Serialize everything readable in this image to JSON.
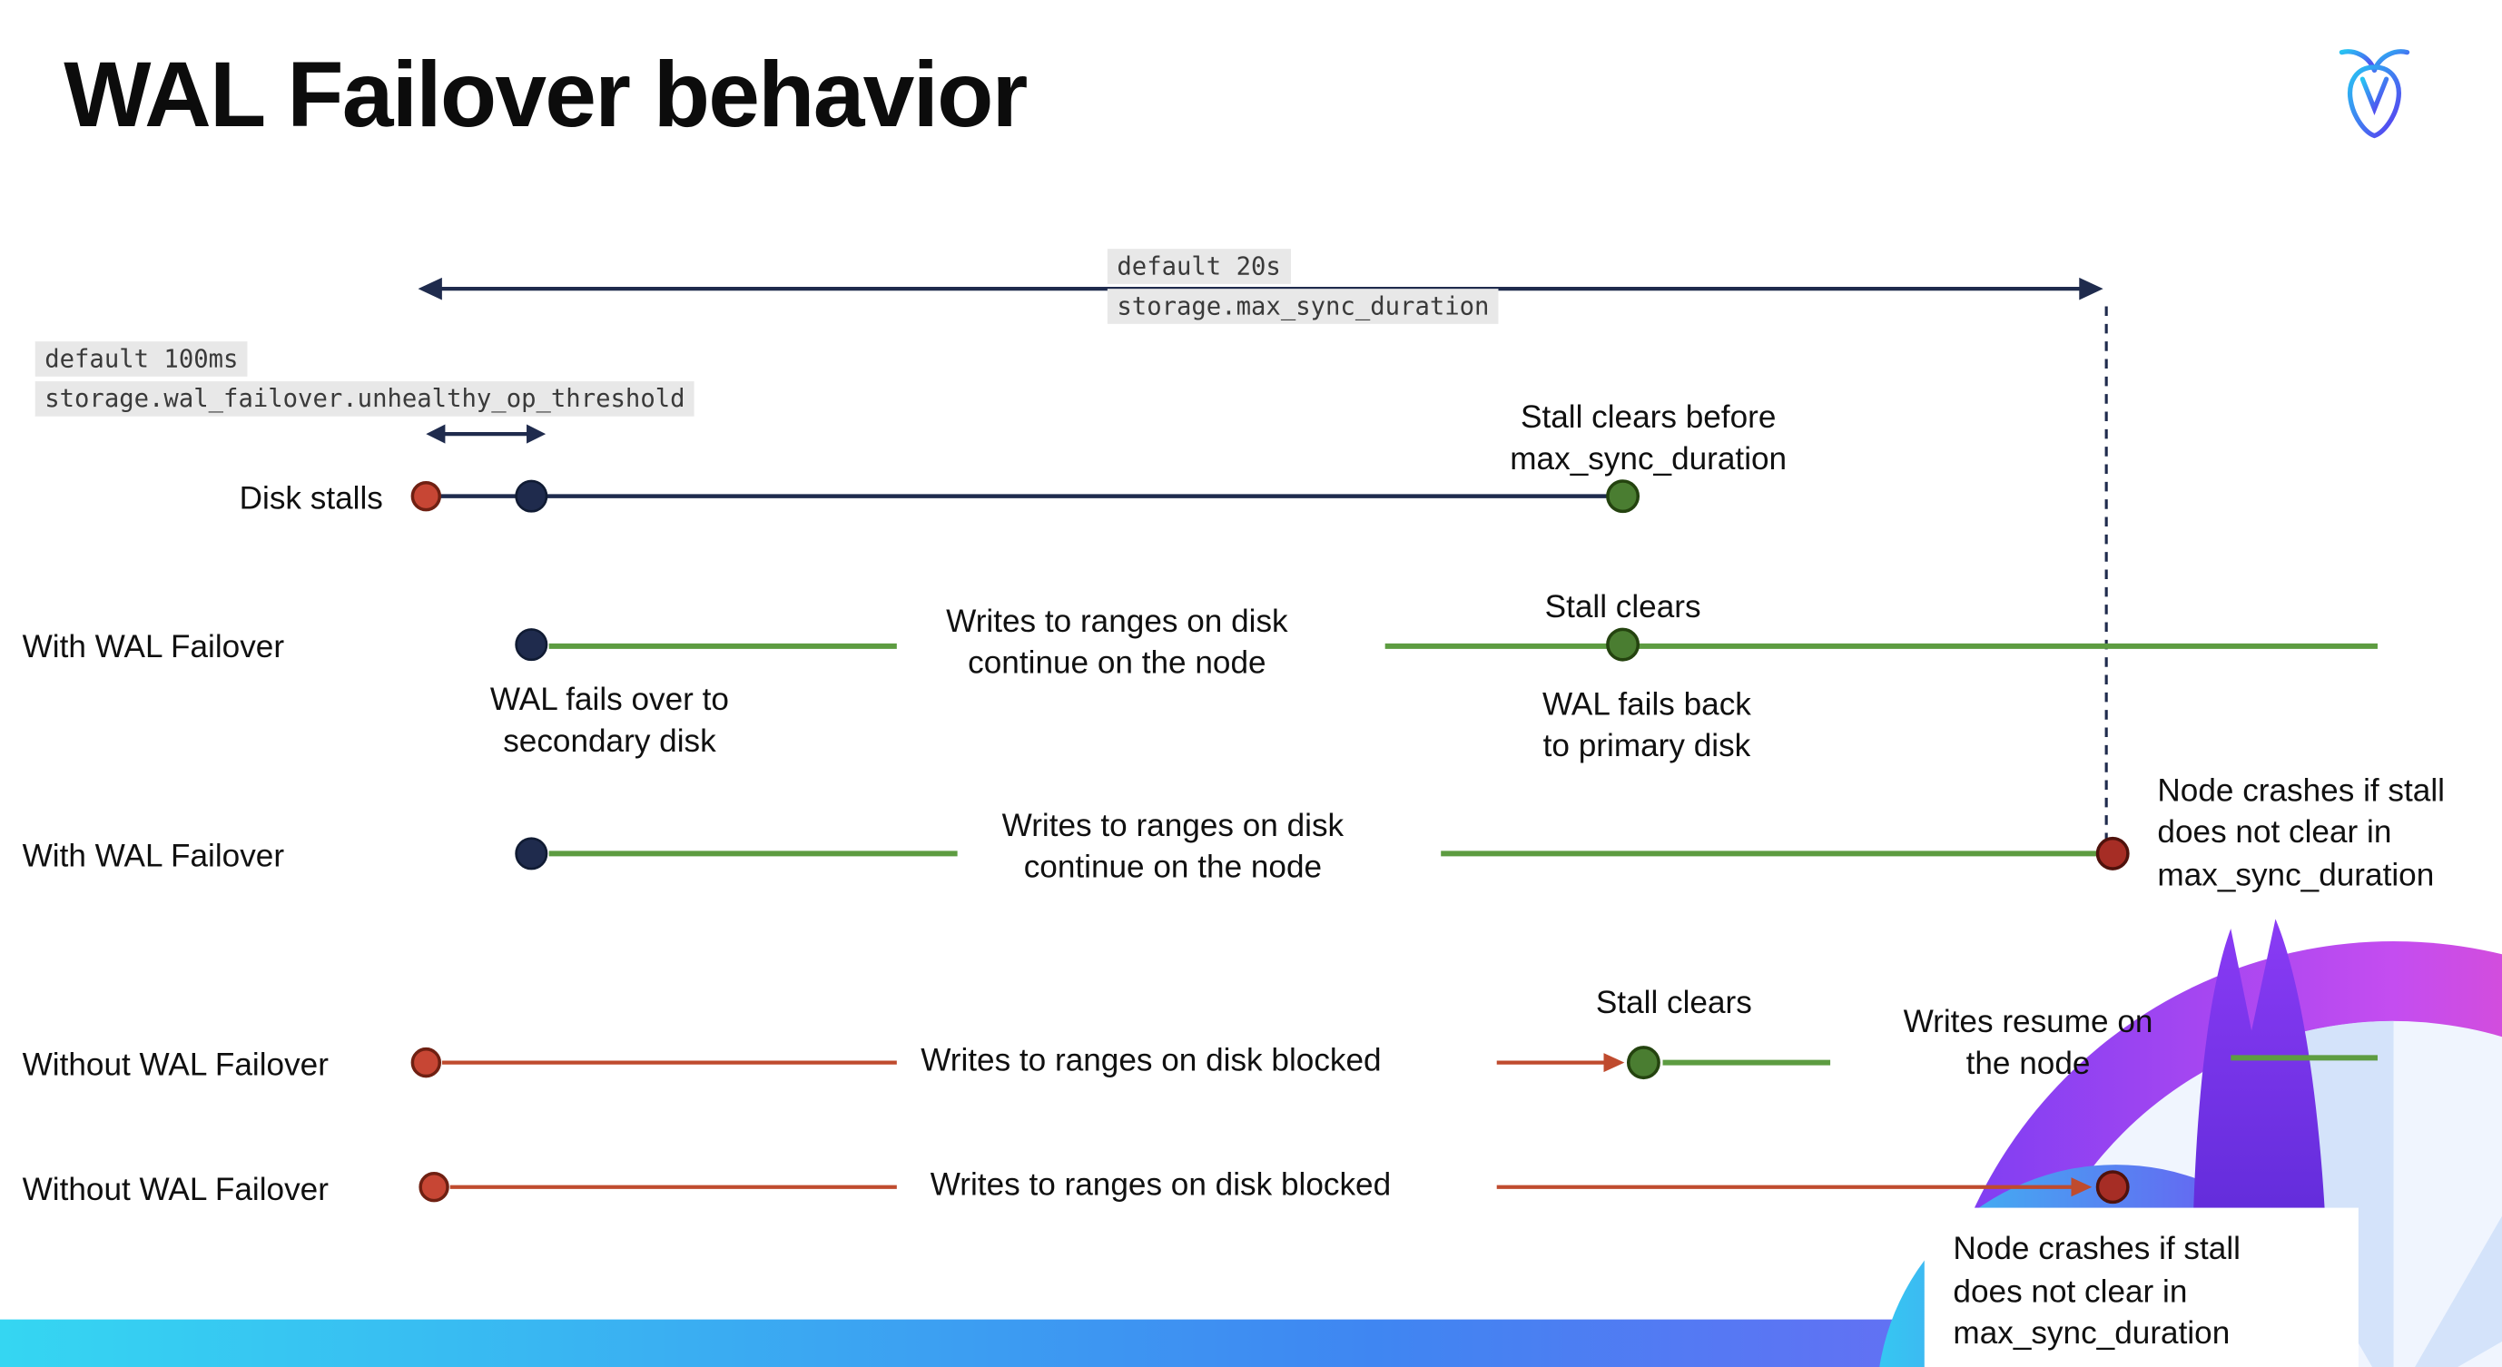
{
  "title": "WAL Failover behavior",
  "callouts": {
    "max_sync": {
      "default": "default 20s",
      "setting": "storage.max_sync_duration"
    },
    "threshold": {
      "default": "default 100ms",
      "setting": "storage.wal_failover.unhealthy_op_threshold"
    }
  },
  "rows": {
    "disk_stalls": {
      "label": "Disk stalls",
      "stall_clears": "Stall clears before\nmax_sync_duration"
    },
    "with_failover_1": {
      "label": "With WAL Failover",
      "writes_continue": "Writes to ranges on disk\ncontinue on the node",
      "stall_clears": "Stall clears",
      "fails_over": "WAL fails over to\nsecondary disk",
      "fails_back": "WAL fails  back\nto primary disk"
    },
    "with_failover_2": {
      "label": "With WAL Failover",
      "writes_continue": "Writes to ranges on disk\ncontinue on the node",
      "node_crashes": "Node crashes if stall\ndoes not clear in\nmax_sync_duration"
    },
    "without_failover_1": {
      "label": "Without WAL Failover",
      "writes_blocked": "Writes to ranges on disk  blocked",
      "stall_clears": "Stall clears",
      "writes_resume": "Writes resume on\nthe node"
    },
    "without_failover_2": {
      "label": "Without WAL Failover",
      "writes_blocked": "Writes to ranges on disk  blocked",
      "node_crashes": "Node crashes if stall\ndoes not clear in\nmax_sync_duration"
    }
  },
  "colors": {
    "navy": "#1f2b4d",
    "red_line": "#bf4b2e",
    "red_dot": "#c74634",
    "crash_dot": "#a62d25",
    "green": "#5d9c41",
    "green_dot": "#4a7d31",
    "highlight_bg": "#e8e8e8",
    "footer_gradient_left": "#35d6f2",
    "footer_gradient_mid": "#3f86f2",
    "footer_gradient_right": "#8a59f5"
  }
}
